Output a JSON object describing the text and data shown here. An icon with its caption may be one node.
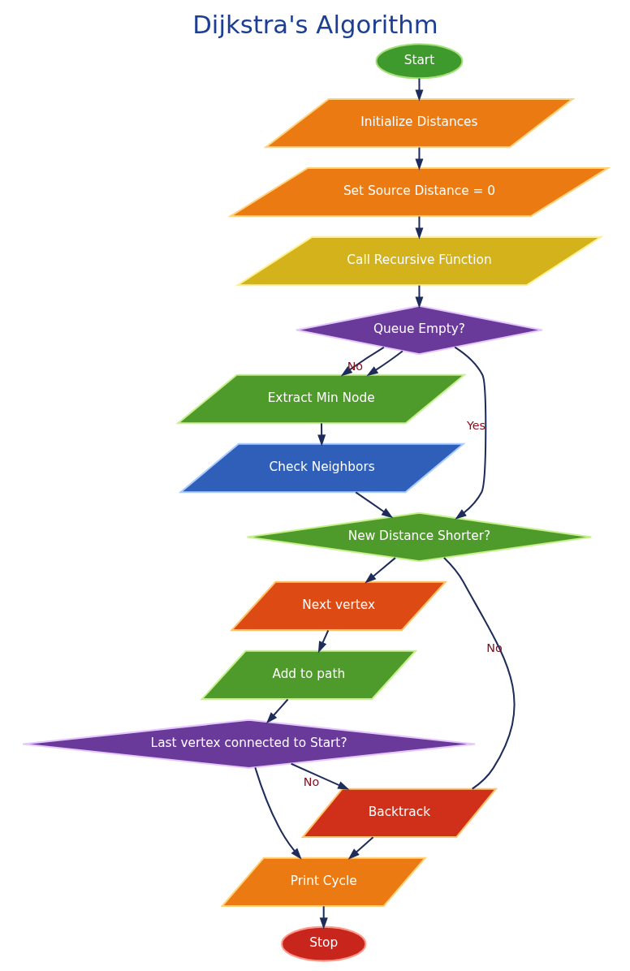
{
  "diagram": {
    "title": "Dijkstra's Algorithm",
    "nodes": [
      {
        "text": [
          "Start"
        ]
      },
      {
        "text": [
          "Initialize Distances"
        ]
      },
      {
        "text": [
          "Set Source Distance = 0"
        ]
      },
      {
        "text": [
          "Call Recursive Fünction"
        ]
      },
      {
        "text": [
          "Queue Empty?"
        ]
      },
      {
        "text": [
          "Extract Min Node"
        ]
      },
      {
        "text": [
          "Check Neighbors"
        ]
      },
      {
        "text": [
          "New Distance Shorter?"
        ]
      },
      {
        "text": [
          "Next vertex"
        ]
      },
      {
        "text": [
          "Add to path"
        ]
      },
      {
        "text": [
          "Last vertex connected to Start?"
        ]
      },
      {
        "text": [
          "Backtrack"
        ]
      },
      {
        "text": [
          "Print Cycle"
        ]
      },
      {
        "text": [
          "Stop"
        ]
      }
    ],
    "edges": [
      {
        "from": 0,
        "to": 1,
        "arrow": "to"
      },
      {
        "from": 1,
        "to": 2,
        "arrow": "to"
      },
      {
        "from": 2,
        "to": 3,
        "arrow": "to"
      },
      {
        "from": 3,
        "to": 4,
        "arrow": "to"
      },
      {
        "from": 4,
        "to": 7,
        "label": "Yes",
        "arrow": "to"
      },
      {
        "from": 4,
        "to": 5,
        "label": "No",
        "arrow": "to"
      },
      {
        "from": 4,
        "to": 5,
        "arrow": "to"
      },
      {
        "from": 5,
        "to": 6,
        "arrow": "to"
      },
      {
        "from": 6,
        "to": 7,
        "arrow": "to"
      },
      {
        "from": 7,
        "to": 11,
        "label": "No",
        "arrow": "none"
      },
      {
        "from": 7,
        "to": 8,
        "arrow": "to"
      },
      {
        "from": 8,
        "to": 9,
        "arrow": "to"
      },
      {
        "from": 9,
        "to": 10,
        "arrow": "to"
      },
      {
        "from": 10,
        "to": 11,
        "label": "No",
        "arrow": "to"
      },
      {
        "from": 10,
        "to": 12,
        "arrow": "to"
      },
      {
        "from": 11,
        "to": 12,
        "arrow": "to"
      },
      {
        "from": 12,
        "to": 13,
        "arrow": "to"
      }
    ]
  }
}
